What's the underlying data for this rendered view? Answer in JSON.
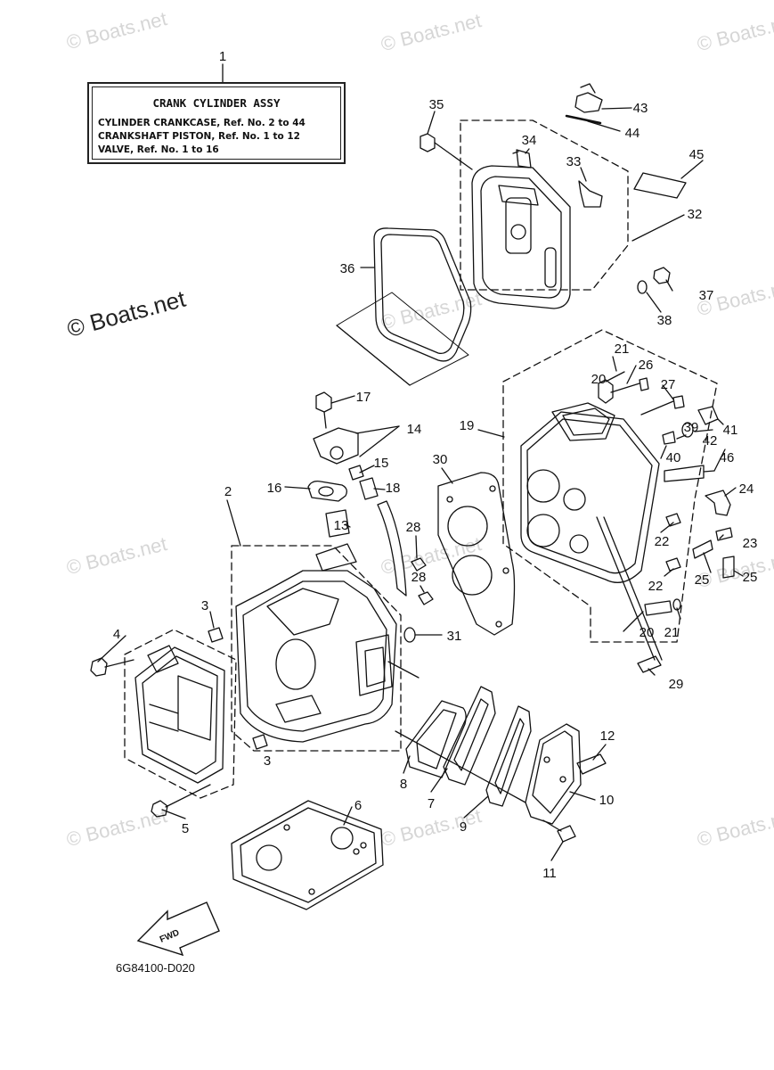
{
  "watermark": {
    "text": "© Boats.net",
    "prominent_text": "© Boats.net"
  },
  "assembly_box": {
    "title": "CRANK CYLINDER ASSY",
    "lines": [
      "CYLINDER CRANKCASE, Ref. No. 2 to 44",
      "CRANKSHAFT PISTON, Ref. No. 1 to 12",
      "VALVE, Ref. No. 1 to 16"
    ]
  },
  "part_code": "6G84100-D020",
  "fwd_label": "FWD",
  "callouts": [
    "1",
    "2",
    "3",
    "3",
    "4",
    "5",
    "6",
    "7",
    "8",
    "9",
    "10",
    "11",
    "12",
    "13",
    "14",
    "15",
    "16",
    "17",
    "18",
    "19",
    "20",
    "20",
    "21",
    "21",
    "22",
    "22",
    "23",
    "24",
    "25",
    "25",
    "26",
    "27",
    "28",
    "28",
    "29",
    "30",
    "31",
    "32",
    "33",
    "34",
    "35",
    "36",
    "37",
    "38",
    "39",
    "40",
    "41",
    "42",
    "43",
    "44",
    "45",
    "46"
  ]
}
